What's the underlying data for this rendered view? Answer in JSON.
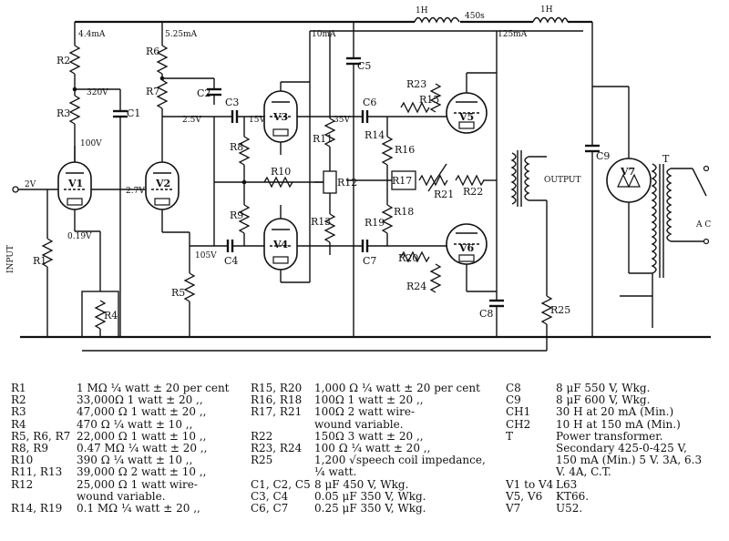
{
  "schematic": {
    "side_label": "INPUT",
    "output_label": "OUTPUT",
    "ac_label": "A C",
    "t_label": "T",
    "choke_labels": [
      "1H",
      "450s",
      "1H"
    ],
    "currents": [
      "4.4mA",
      "5.25mA",
      "10mA",
      "125mA"
    ],
    "voltages": [
      "320V",
      "100V",
      "2.5V",
      "15V",
      "35V",
      "105V",
      "2.7V",
      "0.19V",
      "2V"
    ],
    "tubes": [
      "V1",
      "V2",
      "V3",
      "V4",
      "V5",
      "V6",
      "V7"
    ],
    "resistors": [
      "R1",
      "R2",
      "R3",
      "R4",
      "R5",
      "R6",
      "R7",
      "R8",
      "R9",
      "R10",
      "R11",
      "R12",
      "R13",
      "R14",
      "R15",
      "R16",
      "R17",
      "R18",
      "R19",
      "R20",
      "R21",
      "R22",
      "R23",
      "R24",
      "R25"
    ],
    "capacitors": [
      "C1",
      "C2",
      "C3",
      "C4",
      "C5",
      "C6",
      "C7",
      "C8",
      "C9"
    ]
  },
  "parts_list": {
    "column1": [
      {
        "ref": "R1",
        "value": "1 MΩ ¼ watt ± 20 per cent"
      },
      {
        "ref": "R2",
        "value": "33,000Ω 1 watt ± 20   ,,"
      },
      {
        "ref": "R3",
        "value": "47,000 Ω 1 watt ± 20   ,,"
      },
      {
        "ref": "R4",
        "value": "470 Ω ¼ watt ± 10   ,,"
      },
      {
        "ref": "R5, R6, R7",
        "value": "22,000 Ω 1 watt ± 10   ,,"
      },
      {
        "ref": "R8, R9",
        "value": "0.47 MΩ ¼ watt ± 20   ,,"
      },
      {
        "ref": "R10",
        "value": "390 Ω ¼ watt ± 10   ,,"
      },
      {
        "ref": "R11, R13",
        "value": "39,000 Ω 2 watt ± 10   ,,"
      },
      {
        "ref": "R12",
        "value": "25,000 Ω 1 watt wire-"
      },
      {
        "ref": "",
        "value": "wound variable."
      },
      {
        "ref": "R14, R19",
        "value": "0.1 MΩ ¼ watt ± 20   ,,"
      }
    ],
    "column2": [
      {
        "ref": "R15, R20",
        "value": "1,000 Ω ¼ watt ± 20 per cent"
      },
      {
        "ref": "R16, R18",
        "value": "100Ω 1 watt ± 20   ,,"
      },
      {
        "ref": "R17, R21",
        "value": "100Ω  2  watt  wire-"
      },
      {
        "ref": "",
        "value": "wound variable."
      },
      {
        "ref": "R22",
        "value": "150Ω 3 watt ± 20   ,,"
      },
      {
        "ref": "R23, R24",
        "value": "100 Ω ¼ watt ± 20   ,,"
      },
      {
        "ref": "R25",
        "value": "1,200 √speech coil impedance,"
      },
      {
        "ref": "",
        "value": "¼ watt."
      },
      {
        "ref": "C1, C2, C5",
        "value": "8 μF 450 V, Wkg."
      },
      {
        "ref": "C3, C4",
        "value": "0.05 μF 350 V, Wkg."
      },
      {
        "ref": "C6, C7",
        "value": "0.25 μF 350 V, Wkg."
      }
    ],
    "column3": [
      {
        "ref": "C8",
        "value": "8 μF 550 V, Wkg."
      },
      {
        "ref": "C9",
        "value": "8 μF 600 V, Wkg."
      },
      {
        "ref": "CH1",
        "value": "30 H at 20 mA (Min.)"
      },
      {
        "ref": "CH2",
        "value": "10 H at 150 mA (Min.)"
      },
      {
        "ref": "T",
        "value": "Power transformer."
      },
      {
        "ref": "",
        "value": "Secondary  425-0-425  V,"
      },
      {
        "ref": "",
        "value": "150 mA (Min.) 5 V. 3A, 6.3"
      },
      {
        "ref": "",
        "value": "V. 4A, C.T."
      },
      {
        "ref": "V1 to V4",
        "value": "L63"
      },
      {
        "ref": "V5, V6",
        "value": "KT66."
      },
      {
        "ref": "V7",
        "value": "U52."
      }
    ]
  }
}
